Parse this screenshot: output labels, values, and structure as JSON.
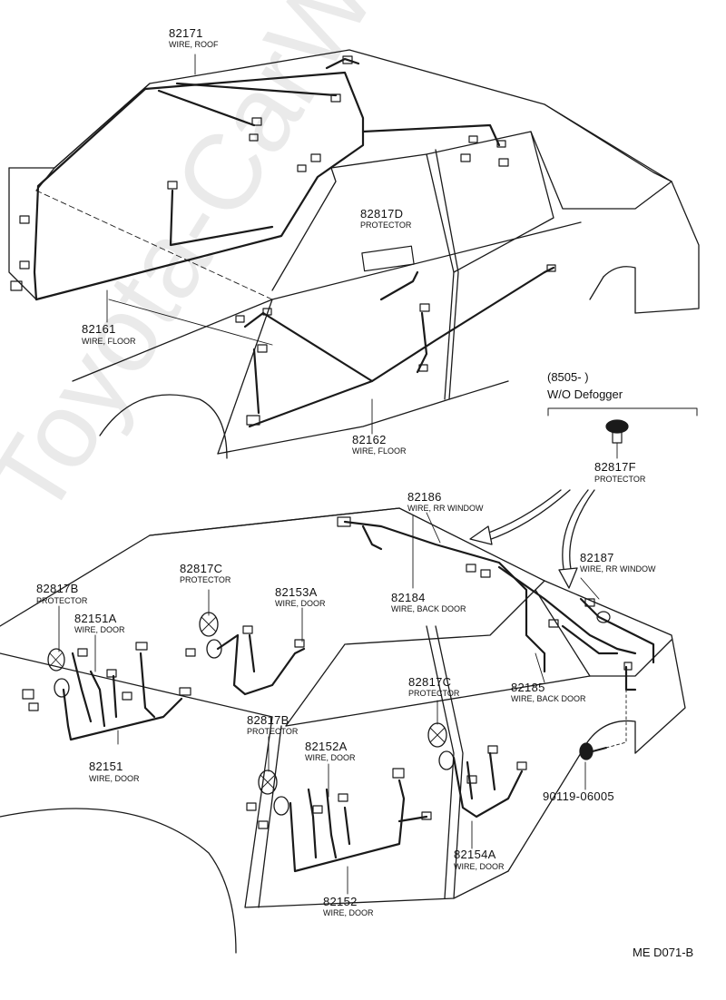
{
  "colors": {
    "line": "#1a1a1a",
    "background": "#ffffff",
    "watermark": "#b4b4b4"
  },
  "watermark": "Toyota-CarWire.ru",
  "drawing_code": "ME D071-B",
  "option_note": {
    "line1": "(8505-           )",
    "line2": "W/O Defogger"
  },
  "parts": [
    {
      "id": "p82171",
      "number": "82171",
      "desc": "WIRE, ROOF"
    },
    {
      "id": "p82817D",
      "number": "82817D",
      "desc": "PROTECTOR"
    },
    {
      "id": "p82161",
      "number": "82161",
      "desc": "WIRE, FLOOR"
    },
    {
      "id": "p82162",
      "number": "82162",
      "desc": "WIRE, FLOOR"
    },
    {
      "id": "p82817F",
      "number": "82817F",
      "desc": "PROTECTOR"
    },
    {
      "id": "p82186",
      "number": "82186",
      "desc": "WIRE, RR WINDOW"
    },
    {
      "id": "p82817C_a",
      "number": "82817C",
      "desc": "PROTECTOR"
    },
    {
      "id": "p82187",
      "number": "82187",
      "desc": "WIRE, RR WINDOW"
    },
    {
      "id": "p82817B_a",
      "number": "82817B",
      "desc": "PROTECTOR"
    },
    {
      "id": "p82153A",
      "number": "82153A",
      "desc": "WIRE, DOOR"
    },
    {
      "id": "p82184",
      "number": "82184",
      "desc": "WIRE, BACK DOOR"
    },
    {
      "id": "p82151A",
      "number": "82151A",
      "desc": "WIRE, DOOR"
    },
    {
      "id": "p82817C_b",
      "number": "82817C",
      "desc": "PROTECTOR"
    },
    {
      "id": "p82185",
      "number": "82185",
      "desc": "WIRE, BACK DOOR"
    },
    {
      "id": "p82817B_b",
      "number": "82817B",
      "desc": "PROTECTOR"
    },
    {
      "id": "p82151",
      "number": "82151",
      "desc": "WIRE, DOOR"
    },
    {
      "id": "p82152A",
      "number": "82152A",
      "desc": "WIRE, DOOR"
    },
    {
      "id": "p90119",
      "number": "90119-06005",
      "desc": ""
    },
    {
      "id": "p82154A",
      "number": "82154A",
      "desc": "WIRE, DOOR"
    },
    {
      "id": "p82152",
      "number": "82152",
      "desc": "WIRE, DOOR"
    }
  ]
}
